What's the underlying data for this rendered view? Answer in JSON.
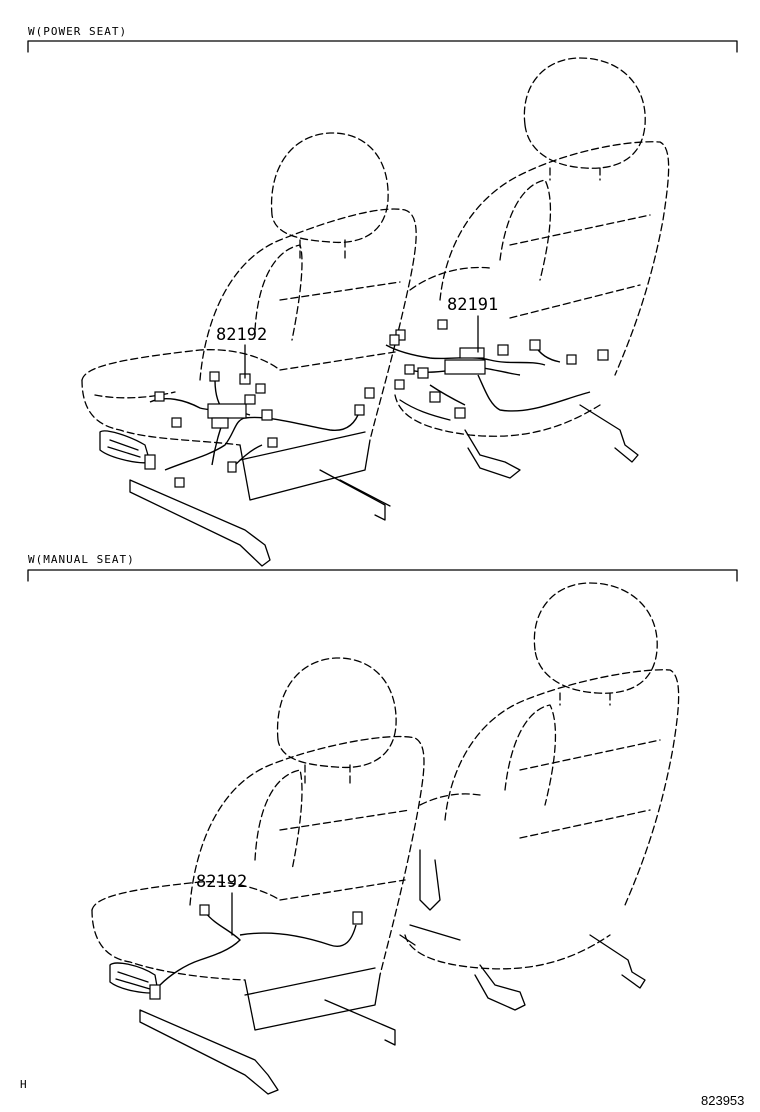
{
  "sections": {
    "power": {
      "label": "W(POWER SEAT)"
    },
    "manual": {
      "label": "W(MANUAL SEAT)"
    }
  },
  "parts": {
    "power_left": "82192",
    "power_right": "82191",
    "manual_left": "82192"
  },
  "footer": {
    "corner_letter": "H",
    "diagram_ref": "823953"
  }
}
